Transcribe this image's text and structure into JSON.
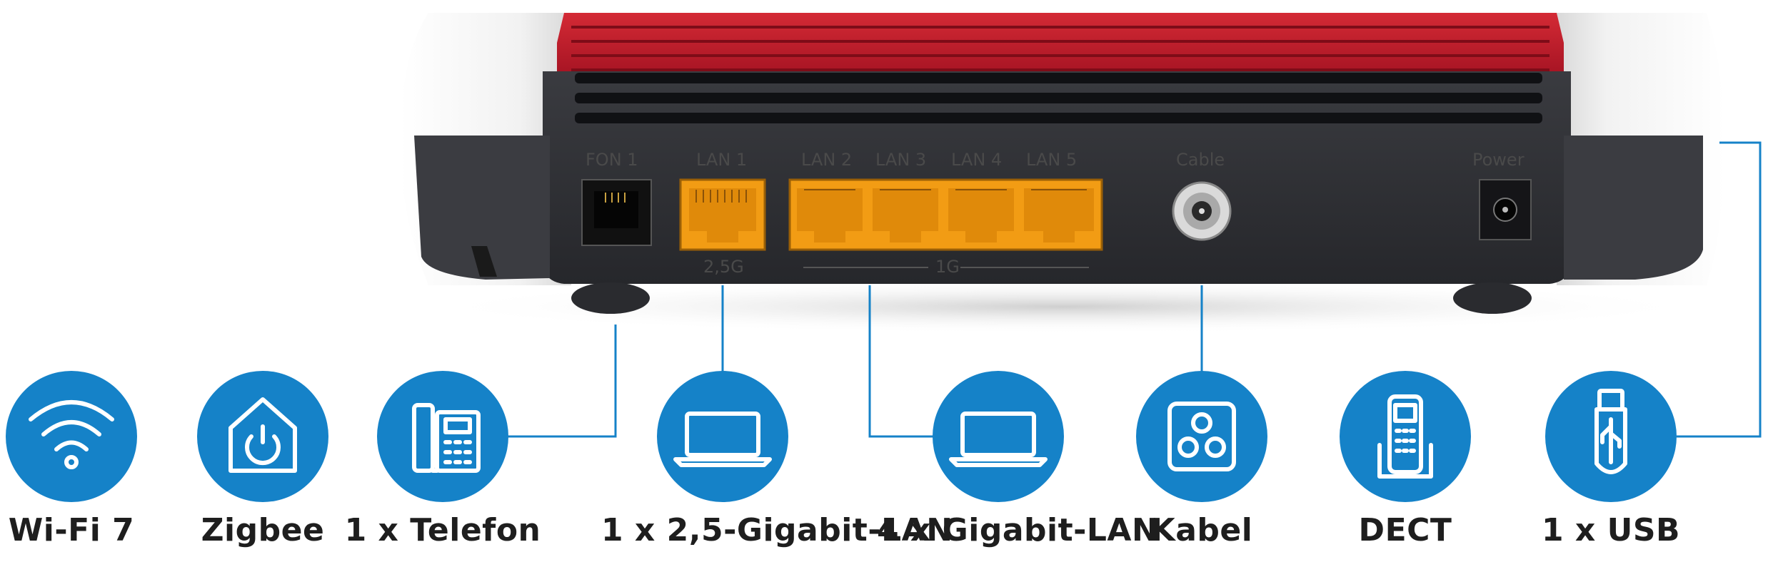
{
  "colors": {
    "accent_blue": "#1582c8",
    "router_red": "#b4182a",
    "router_body": "#2b2c30",
    "lan_port": "#f29c14"
  },
  "router": {
    "port_labels": {
      "fon": "FON 1",
      "lan1": "LAN 1",
      "lan2": "LAN 2",
      "lan3": "LAN 3",
      "lan4": "LAN 4",
      "lan5": "LAN 5",
      "cable": "Cable",
      "power": "Power"
    },
    "speed_labels": {
      "lan1_speed": "2,5G",
      "lan2_5_speed": "1G"
    }
  },
  "features": [
    {
      "label": "Wi-Fi 7",
      "icon": "wifi-icon"
    },
    {
      "label": "Zigbee",
      "icon": "smart-home-icon"
    },
    {
      "label": "1 x Telefon",
      "icon": "telephone-icon"
    },
    {
      "label": "1 x 2,5-Gigabit-LAN",
      "icon": "laptop-icon"
    },
    {
      "label": "4 x Gigabit-LAN",
      "icon": "laptop-icon"
    },
    {
      "label": "Kabel",
      "icon": "coax-cable-icon"
    },
    {
      "label": "DECT",
      "icon": "dect-phone-icon"
    },
    {
      "label": "1 x USB",
      "icon": "usb-icon"
    }
  ]
}
